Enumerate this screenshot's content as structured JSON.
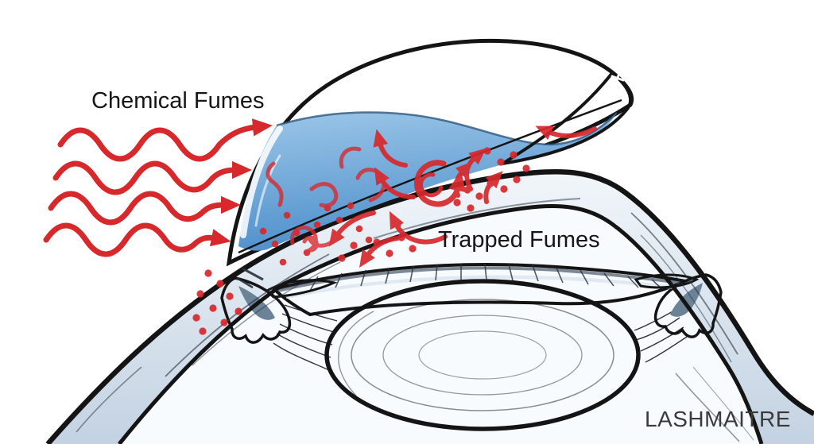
{
  "figure": {
    "labels": {
      "chemical_fumes": "Chemical Fumes",
      "trapped_fumes": "Trapped Fumes"
    },
    "watermark": "LASHMAITRE",
    "colors": {
      "background": "#ffffff",
      "fume_red": "#d7282c",
      "outline": "#141414",
      "lens_fluid_blue": "#4d8fcb",
      "lens_fluid_blue_light": "#9cc6e8",
      "lens_dome_highlight": "#f4f9fc",
      "tissue_light": "#f1f6fa",
      "tissue_shadow": "#c3d2e2",
      "iris_blue_gray": "#8ba0b7",
      "iris_dark": "#55697e",
      "label_text": "#161616",
      "watermark_text": "#3a3a3a"
    }
  }
}
